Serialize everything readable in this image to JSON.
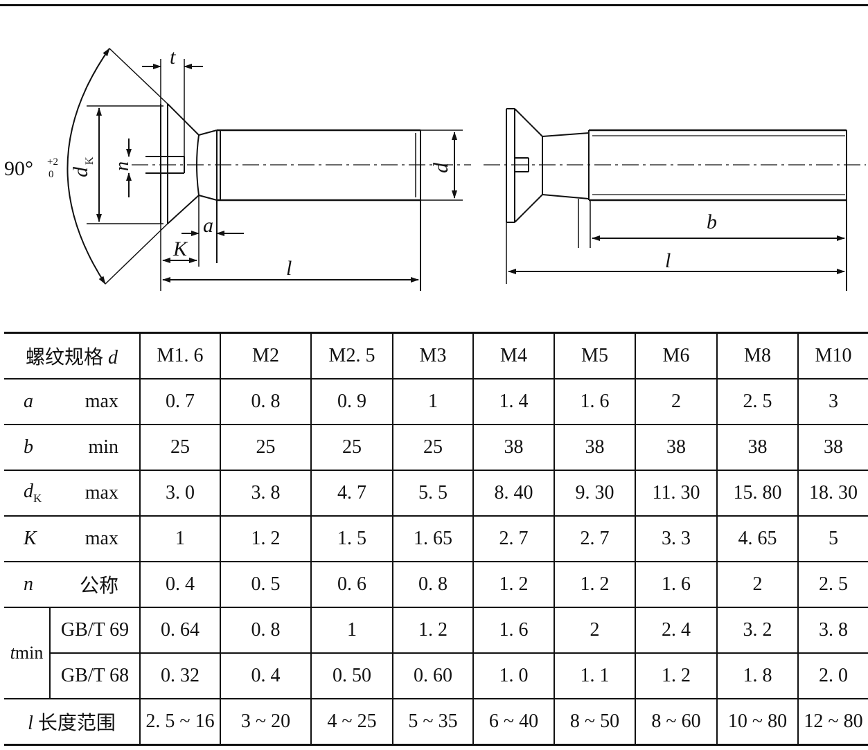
{
  "drawing": {
    "angle_label": "90°",
    "angle_tol_upper": "+2",
    "angle_tol_lower": "0",
    "dim_t": "t",
    "dim_dk": "d",
    "dim_dk_sub": "K",
    "dim_n": "n",
    "dim_d": "d",
    "dim_a": "a",
    "dim_K": "K",
    "dim_l_left": "l",
    "dim_b": "b",
    "dim_l_right": "l"
  },
  "table": {
    "header": {
      "label": "螺纹规格",
      "label_sym": "d",
      "sizes": [
        "M1. 6",
        "M2",
        "M2. 5",
        "M3",
        "M4",
        "M5",
        "M6",
        "M8",
        "M10"
      ]
    },
    "rows": {
      "a": {
        "sym": "a",
        "qual": "max",
        "values": [
          "0. 7",
          "0. 8",
          "0. 9",
          "1",
          "1. 4",
          "1. 6",
          "2",
          "2. 5",
          "3"
        ]
      },
      "b": {
        "sym": "b",
        "qual": "min",
        "values": [
          "25",
          "25",
          "25",
          "25",
          "38",
          "38",
          "38",
          "38",
          "38"
        ]
      },
      "dk": {
        "sym": "d",
        "sub": "K",
        "qual": "max",
        "values": [
          "3. 0",
          "3. 8",
          "4. 7",
          "5. 5",
          "8. 40",
          "9. 30",
          "11. 30",
          "15. 80",
          "18. 30"
        ]
      },
      "K": {
        "sym": "K",
        "qual": "max",
        "values": [
          "1",
          "1. 2",
          "1. 5",
          "1. 65",
          "2. 7",
          "2. 7",
          "3. 3",
          "4. 65",
          "5"
        ]
      },
      "n": {
        "sym": "n",
        "qual": "公称",
        "values": [
          "0. 4",
          "0. 5",
          "0. 6",
          "0. 8",
          "1. 2",
          "1. 2",
          "1. 6",
          "2",
          "2. 5"
        ]
      },
      "t69": {
        "std": "GB/T 69",
        "values": [
          "0. 64",
          "0. 8",
          "1",
          "1. 2",
          "1. 6",
          "2",
          "2. 4",
          "3. 2",
          "3. 8"
        ]
      },
      "t68": {
        "std": "GB/T 68",
        "values": [
          "0. 32",
          "0. 4",
          "0. 50",
          "0. 60",
          "1. 0",
          "1. 1",
          "1. 2",
          "1. 8",
          "2. 0"
        ]
      },
      "l": {
        "sym": "l",
        "label": "长度范围",
        "values": [
          "2. 5 ~ 16",
          "3 ~ 20",
          "4 ~ 25",
          "5 ~ 35",
          "6 ~ 40",
          "8 ~ 50",
          "8 ~ 60",
          "10 ~ 80",
          "12 ~ 80"
        ]
      }
    },
    "t_group": {
      "sym": "t",
      "qual": "min"
    }
  }
}
